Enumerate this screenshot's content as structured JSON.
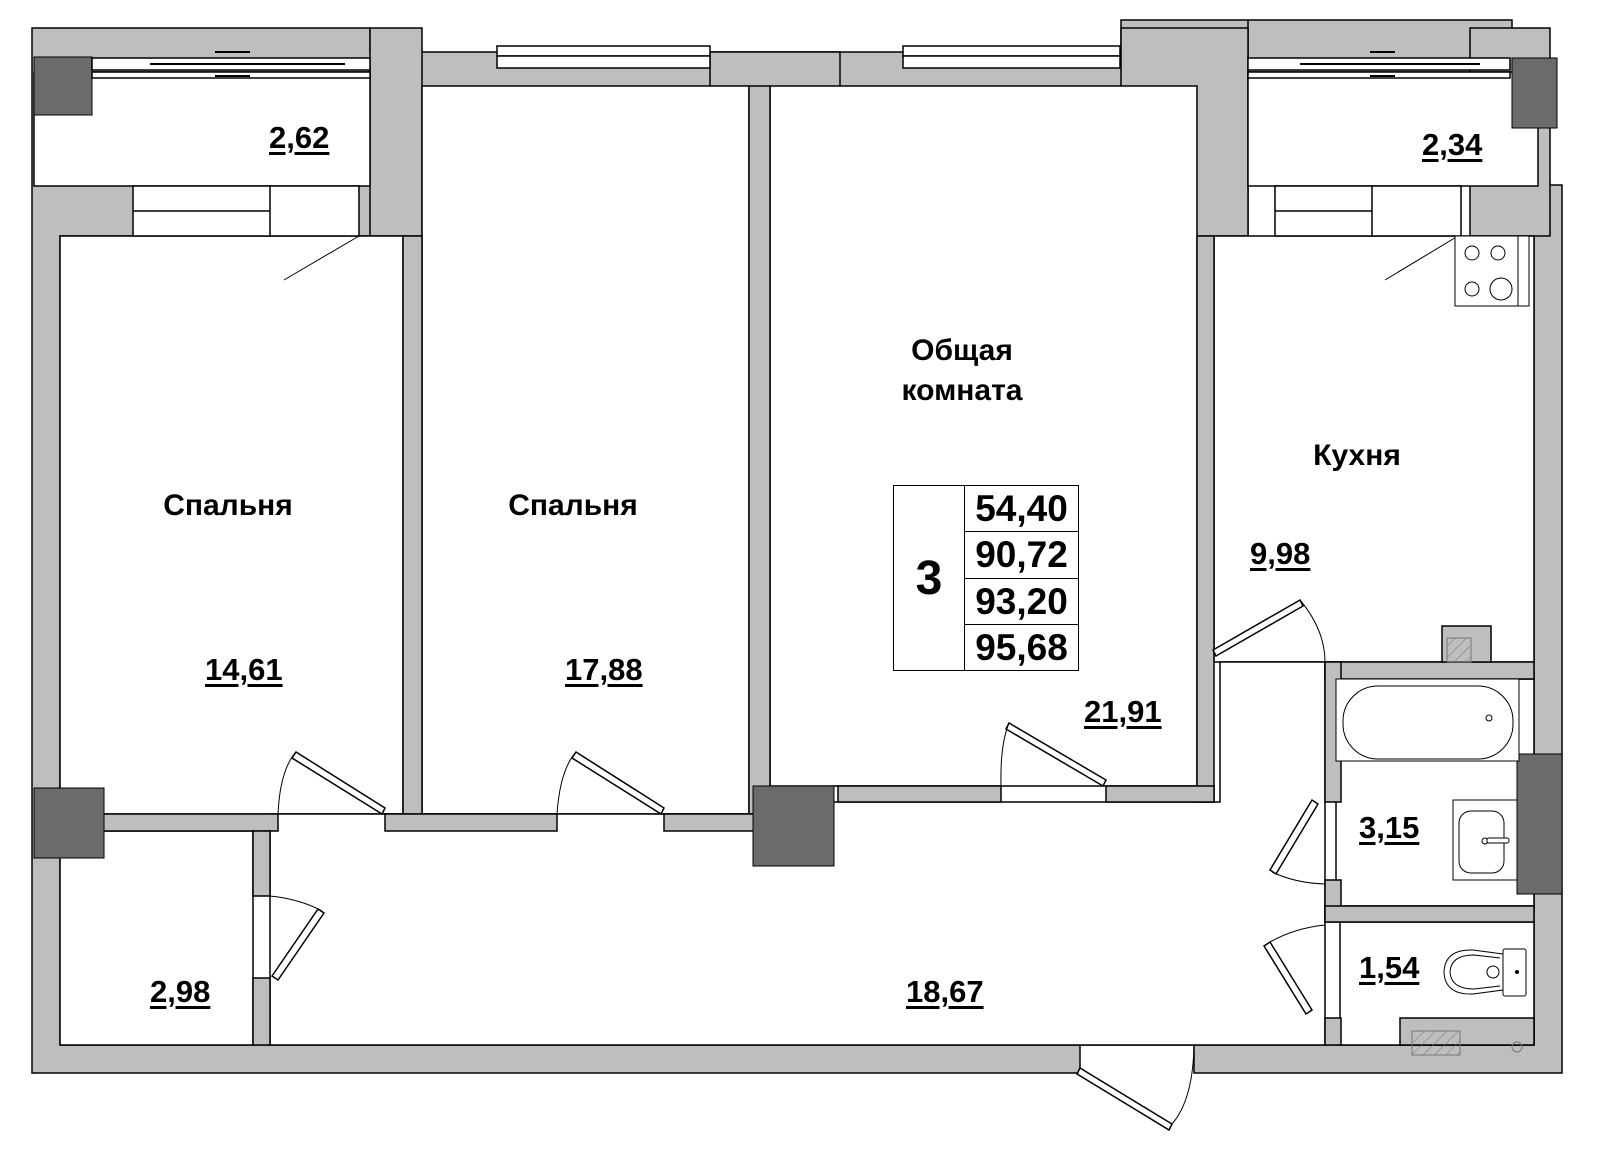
{
  "plan": {
    "type": "apartment-floor-plan",
    "colors": {
      "wall": "#bebebe",
      "column": "#6b6b6b",
      "line": "#000000",
      "floor": "#ffffff"
    }
  },
  "summary": {
    "rooms_count": "3",
    "areas": [
      "54,40",
      "90,72",
      "93,20",
      "95,68"
    ]
  },
  "rooms": {
    "bedroom_left": {
      "name": "Спальня",
      "area": "14,61"
    },
    "bedroom_middle": {
      "name": "Спальня",
      "area": "17,88"
    },
    "living_room": {
      "name_line1": "Общая",
      "name_line2": "комната",
      "area": "21,91"
    },
    "kitchen": {
      "name": "Кухня",
      "area": "9,98"
    },
    "balcony_left": {
      "area": "2,62"
    },
    "balcony_right": {
      "area": "2,34"
    },
    "storage": {
      "area": "2,98"
    },
    "hallway": {
      "area": "18,67"
    },
    "bathroom": {
      "area": "3,15"
    },
    "toilet": {
      "area": "1,54"
    }
  }
}
